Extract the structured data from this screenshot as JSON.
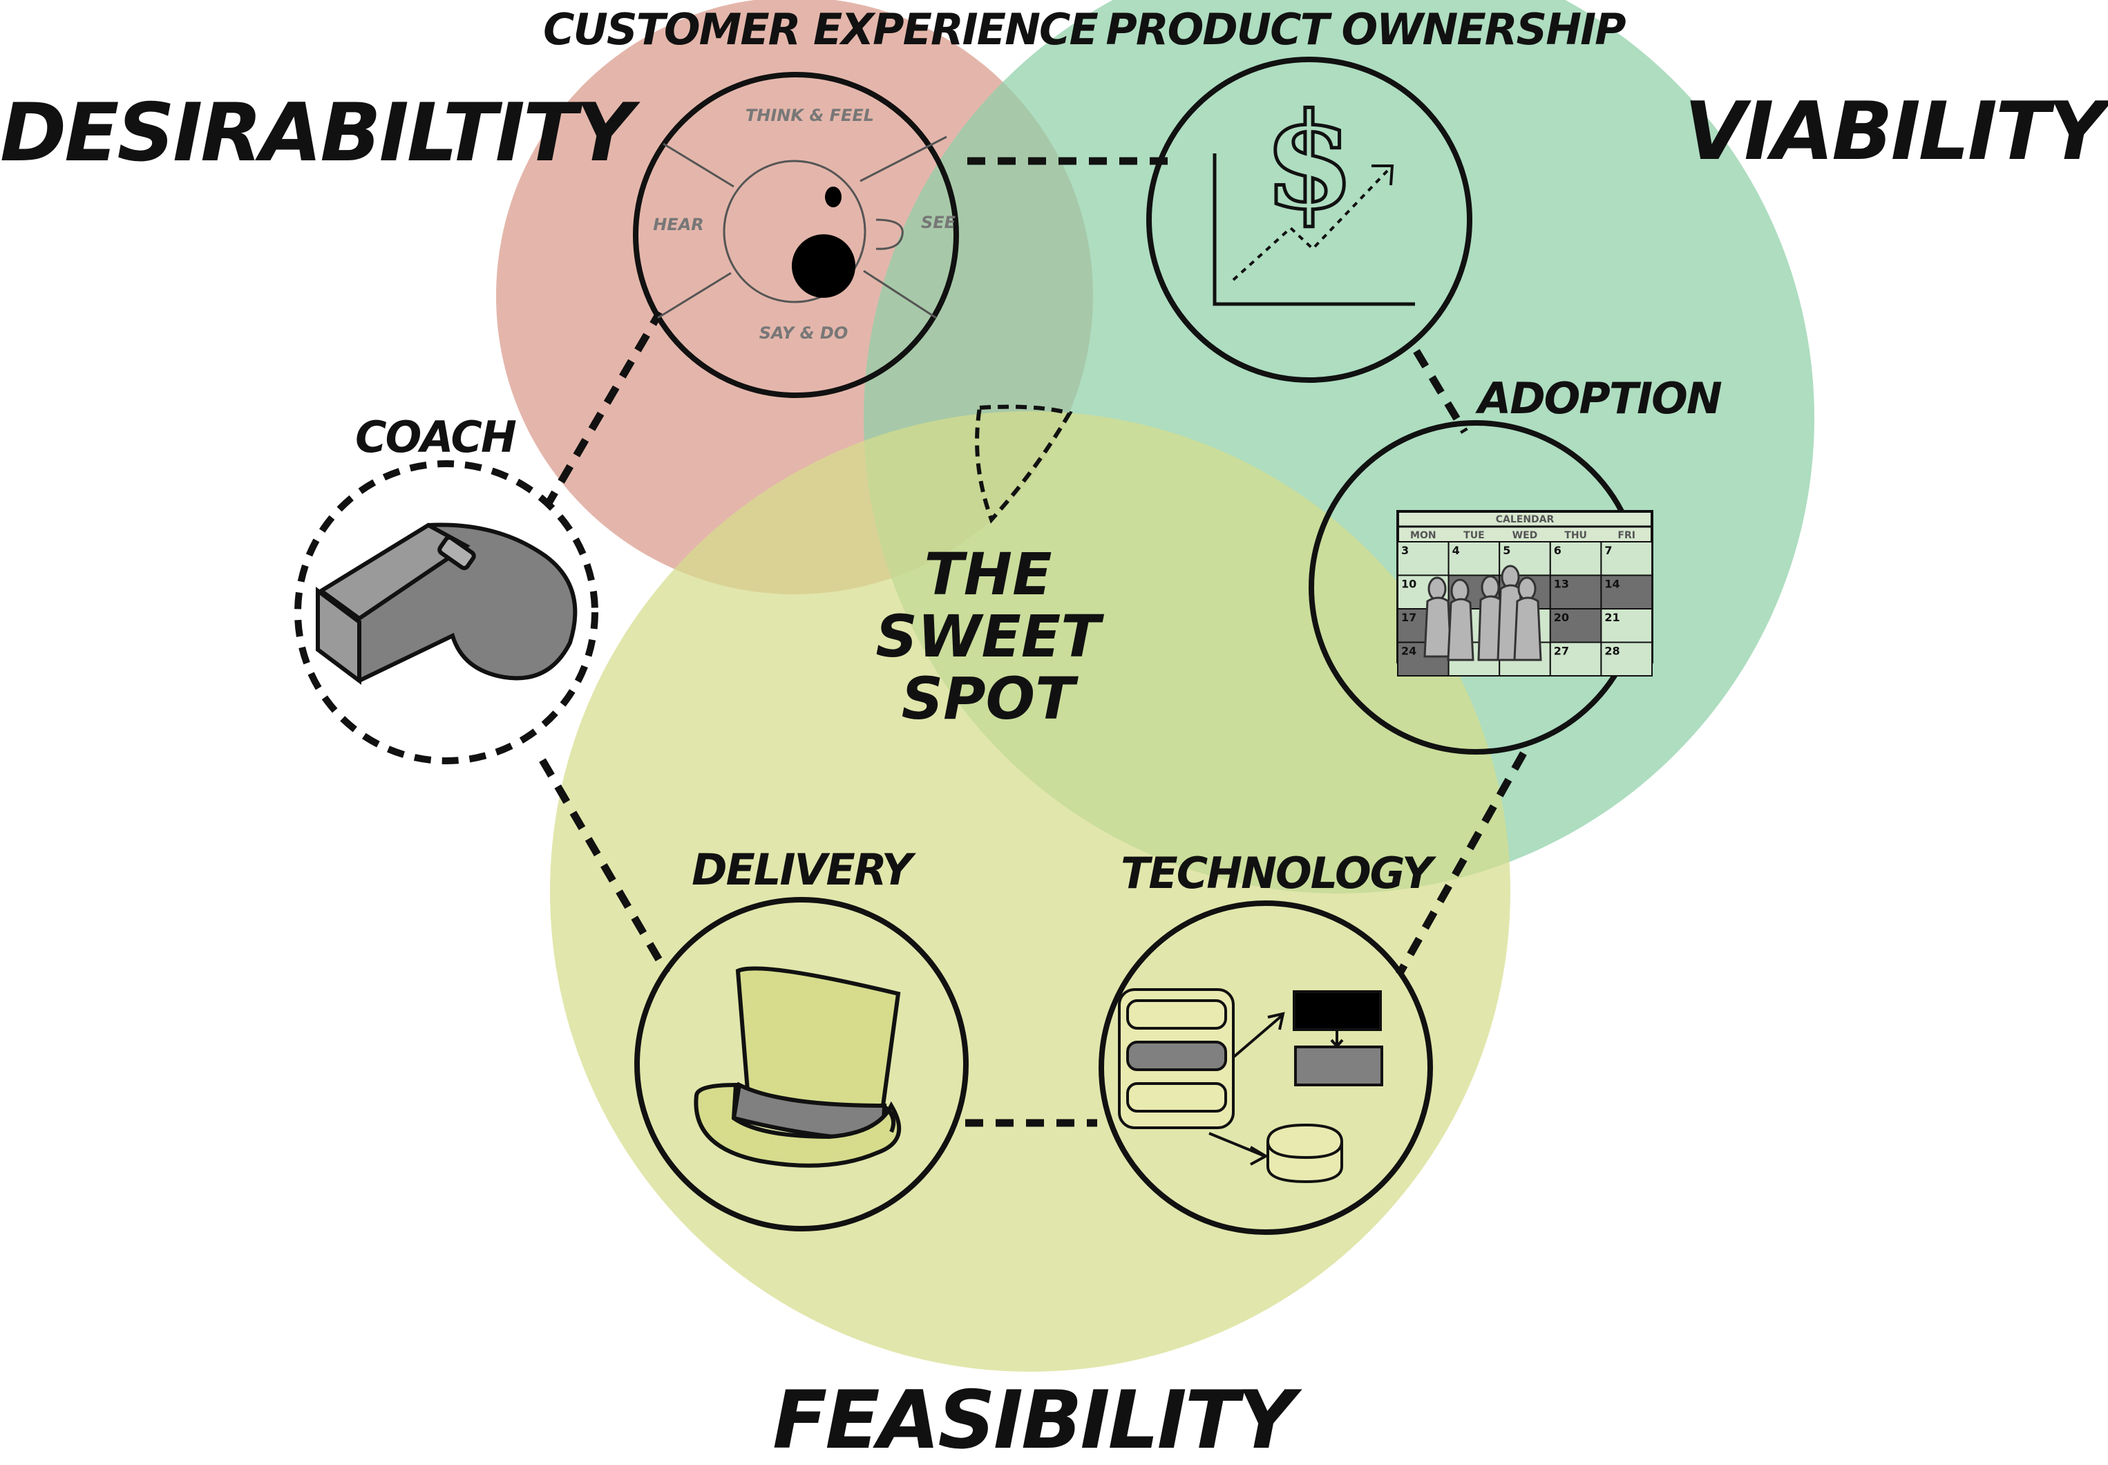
{
  "labels": {
    "desirability": "DESIRABILTITY",
    "viability": "VIABILITY",
    "feasibility": "FEASIBILITY",
    "sweet_spot": [
      "THE",
      "SWEET",
      "SPOT"
    ]
  },
  "roles": {
    "customer_experience": "CUSTOMER EXPERIENCE",
    "product_ownership": "PRODUCT OWNERSHIP",
    "adoption": "ADOPTION",
    "coach": "COACH",
    "delivery": "DELIVERY",
    "technology": "TECHNOLOGY"
  },
  "empathy": {
    "think_feel": "THINK & FEEL",
    "hear": "HEAR",
    "see": "SEE",
    "say_do": "SAY & DO"
  },
  "calendar": {
    "title": "CALENDAR",
    "days": [
      "MON",
      "TUE",
      "WED",
      "THU",
      "FRI"
    ],
    "rows": [
      [
        "3",
        "4",
        "5",
        "6",
        "7"
      ],
      [
        "10",
        "",
        "",
        "13",
        "14"
      ],
      [
        "17",
        "",
        "",
        "20",
        "21"
      ],
      [
        "24",
        "",
        "",
        "27",
        "28"
      ]
    ]
  },
  "colors": {
    "desirability_circle": "#d99a8a",
    "viability_circle": "#8fd0a8",
    "feasibility_circle": "#d6dc8c",
    "icon_gray": "#808080"
  }
}
